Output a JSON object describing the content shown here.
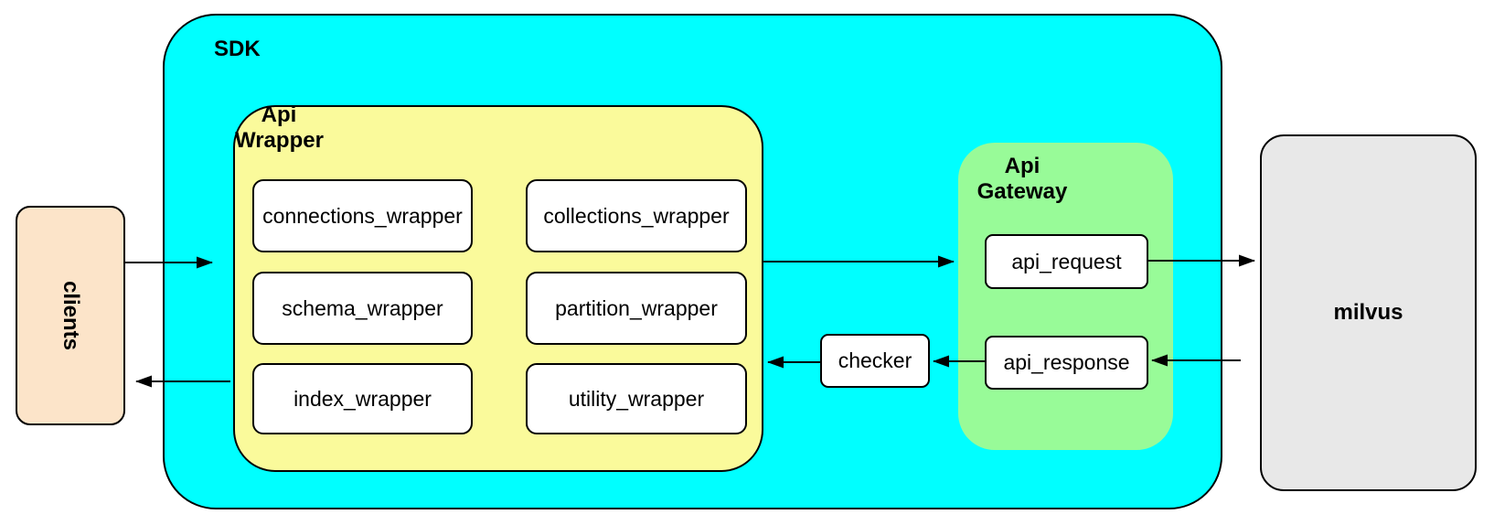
{
  "diagram": {
    "clients": {
      "label": "clients"
    },
    "sdk": {
      "label": "SDK"
    },
    "api_wrapper": {
      "label_line1": "Api",
      "label_line2": "Wrapper",
      "boxes": {
        "connections": "connections_wrapper",
        "collections": "collections_wrapper",
        "schema": "schema_wrapper",
        "partition": "partition_wrapper",
        "index": "index_wrapper",
        "utility": "utility_wrapper"
      }
    },
    "api_gateway": {
      "label_line1": "Api",
      "label_line2": "Gateway",
      "request_label": "api_request",
      "response_label": "api_response"
    },
    "checker": {
      "label": "checker"
    },
    "milvus": {
      "label": "milvus"
    },
    "colors": {
      "sdk_fill": "#00ffff",
      "api_wrapper_fill": "#fafa9b",
      "api_gateway_fill": "#98fb98",
      "clients_fill": "#fce4c9",
      "milvus_fill": "#e8e8e8",
      "node_fill": "#ffffff",
      "stroke": "#000000"
    }
  }
}
